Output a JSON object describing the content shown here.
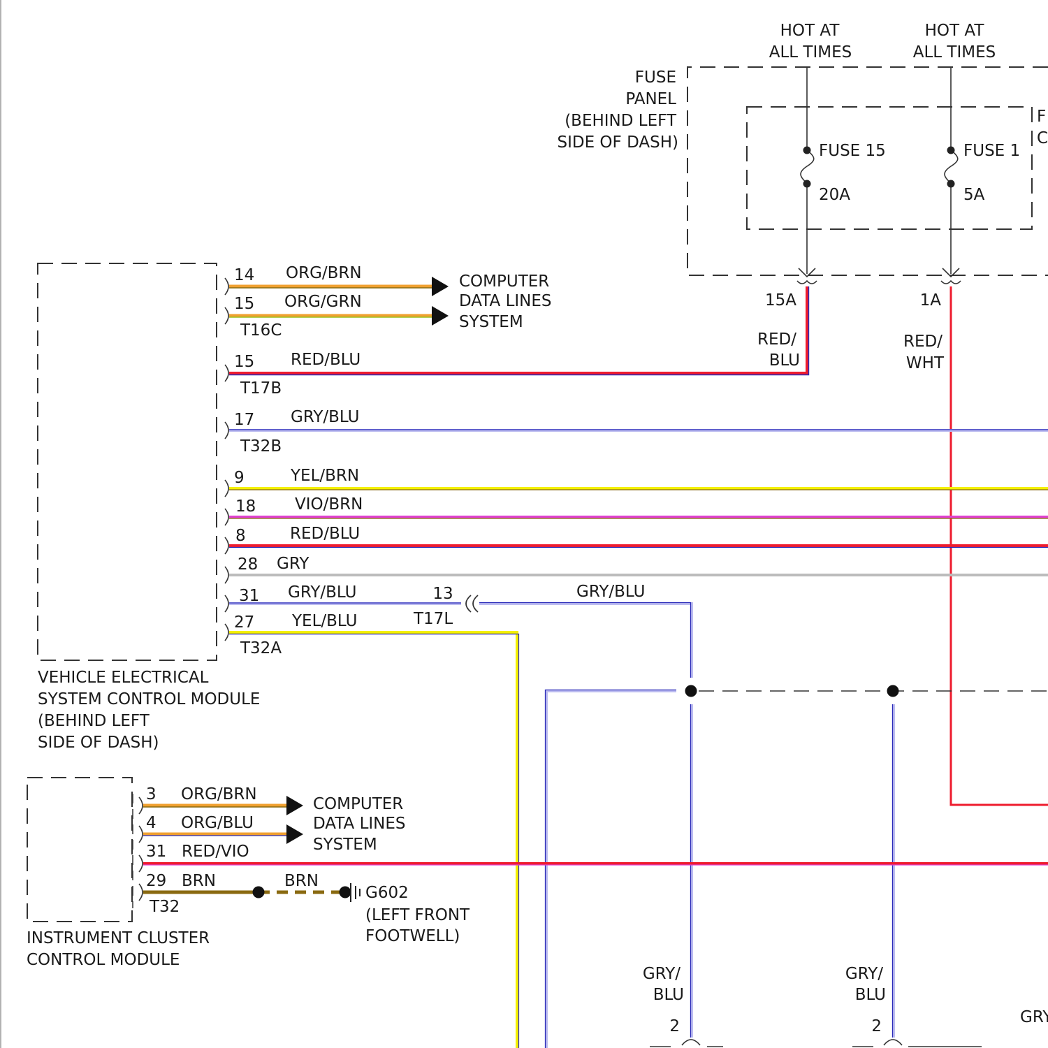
{
  "fuse_panel": {
    "label": [
      "FUSE",
      "PANEL",
      "(BEHIND LEFT",
      "SIDE OF DASH)"
    ],
    "hot_labels": [
      [
        "HOT AT",
        "ALL TIMES"
      ],
      [
        "HOT AT",
        "ALL TIMES"
      ]
    ],
    "fuses": [
      {
        "name": "FUSE 15",
        "rating": "20A",
        "terminal": "15A"
      },
      {
        "name": "FUSE 1",
        "rating": "5A",
        "terminal": "1A"
      }
    ],
    "edge_text": [
      "F",
      "C"
    ]
  },
  "vecm": {
    "label": [
      "VEHICLE ELECTRICAL",
      "SYSTEM CONTROL MODULE",
      "(BEHIND LEFT",
      "SIDE OF DASH)"
    ],
    "connectors": [
      "T16C",
      "T17B",
      "T32B",
      "T32A"
    ],
    "pins": [
      {
        "pin": "14",
        "wire": "ORG/BRN"
      },
      {
        "pin": "15",
        "wire": "ORG/GRN"
      },
      {
        "pin": "15",
        "wire": "RED/BLU"
      },
      {
        "pin": "17",
        "wire": "GRY/BLU"
      },
      {
        "pin": "9",
        "wire": "YEL/BRN"
      },
      {
        "pin": "18",
        "wire": "VIO/BRN"
      },
      {
        "pin": "8",
        "wire": "RED/BLU"
      },
      {
        "pin": "28",
        "wire": "GRY"
      },
      {
        "pin": "31",
        "wire": "GRY/BLU"
      },
      {
        "pin": "27",
        "wire": "YEL/BLU"
      }
    ],
    "data_lines_label": [
      "COMPUTER",
      "DATA LINES",
      "SYSTEM"
    ]
  },
  "feed_wires": [
    {
      "label": [
        "RED/",
        "BLU"
      ]
    },
    {
      "label": [
        "RED/",
        "WHT"
      ]
    }
  ],
  "inline_connector": {
    "pin": "13",
    "name": "T17L",
    "wire": "GRY/BLU"
  },
  "icm": {
    "label": [
      "INSTRUMENT CLUSTER",
      "CONTROL MODULE"
    ],
    "connector": "T32",
    "pins": [
      {
        "pin": "3",
        "wire": "ORG/BRN"
      },
      {
        "pin": "4",
        "wire": "ORG/BLU"
      },
      {
        "pin": "31",
        "wire": "RED/VIO"
      },
      {
        "pin": "29",
        "wire": "BRN"
      }
    ],
    "data_lines_label": [
      "COMPUTER",
      "DATA LINES",
      "SYSTEM"
    ],
    "ground_wire": "BRN",
    "ground": {
      "name": "G602",
      "location": [
        "(LEFT FRONT",
        "FOOTWELL)"
      ]
    }
  },
  "bottom_pins": [
    {
      "wire": [
        "GRY/",
        "BLU"
      ],
      "pin": "2"
    },
    {
      "wire": [
        "GRY/",
        "BLU"
      ],
      "pin": "2"
    }
  ],
  "edge_text": "GRY",
  "colors": {
    "ORG": "#f0a030",
    "BRN": "#8a6a10",
    "GRN": "#9ac020",
    "RED": "#ee1c2e",
    "BLU": "#2a2ab8",
    "GRY": "#bcbcbc",
    "YEL": "#f4f000",
    "VIO": "#e040d0",
    "WHT": "#ffffff"
  }
}
